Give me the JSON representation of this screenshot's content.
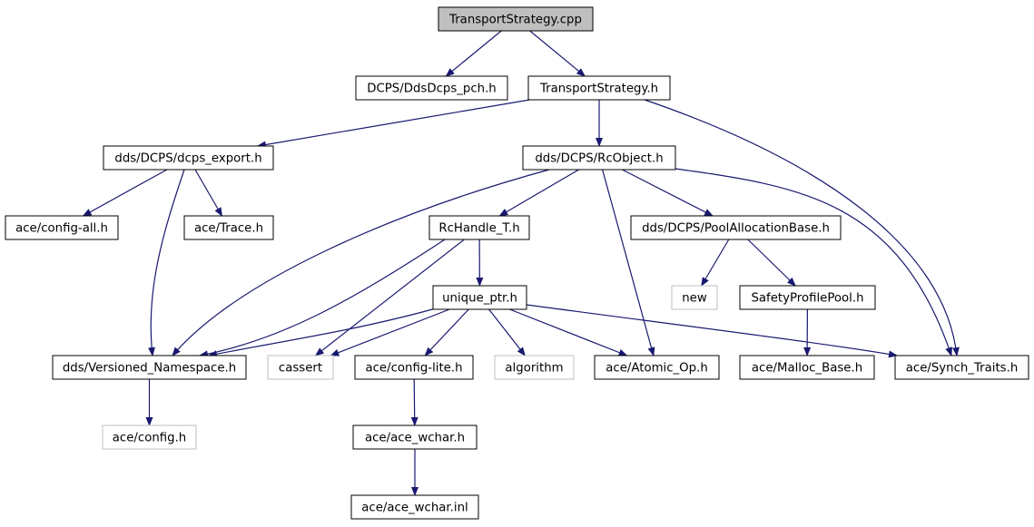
{
  "colors": {
    "edge": "#191970",
    "root_fill": "#bfbfbf",
    "node_border": "#000000",
    "external_border": "#bfbfbf",
    "external_text": "#404040",
    "background": "#ffffff"
  },
  "nodes": [
    {
      "id": "transportstrategy_cpp",
      "label": "TransportStrategy.cpp",
      "kind": "root"
    },
    {
      "id": "dcps_ddsdcps_pch_h",
      "label": "DCPS/DdsDcps_pch.h",
      "kind": "normal"
    },
    {
      "id": "transportstrategy_h",
      "label": "TransportStrategy.h",
      "kind": "normal"
    },
    {
      "id": "dds_dcps_dcps_export_h",
      "label": "dds/DCPS/dcps_export.h",
      "kind": "normal"
    },
    {
      "id": "dds_dcps_rcobject_h",
      "label": "dds/DCPS/RcObject.h",
      "kind": "normal"
    },
    {
      "id": "ace_config_all_h",
      "label": "ace/config-all.h",
      "kind": "normal"
    },
    {
      "id": "ace_trace_h",
      "label": "ace/Trace.h",
      "kind": "normal"
    },
    {
      "id": "rchandle_t_h",
      "label": "RcHandle_T.h",
      "kind": "normal"
    },
    {
      "id": "dds_dcps_poolallocationbase_h",
      "label": "dds/DCPS/PoolAllocationBase.h",
      "kind": "normal"
    },
    {
      "id": "unique_ptr_h",
      "label": "unique_ptr.h",
      "kind": "normal"
    },
    {
      "id": "new",
      "label": "new",
      "kind": "external"
    },
    {
      "id": "safetyprofilepool_h",
      "label": "SafetyProfilePool.h",
      "kind": "normal"
    },
    {
      "id": "dds_versioned_namespace_h",
      "label": "dds/Versioned_Namespace.h",
      "kind": "normal"
    },
    {
      "id": "cassert",
      "label": "cassert",
      "kind": "external"
    },
    {
      "id": "ace_config_lite_h",
      "label": "ace/config-lite.h",
      "kind": "normal"
    },
    {
      "id": "algorithm",
      "label": "algorithm",
      "kind": "external"
    },
    {
      "id": "ace_atomic_op_h",
      "label": "ace/Atomic_Op.h",
      "kind": "normal"
    },
    {
      "id": "ace_malloc_base_h",
      "label": "ace/Malloc_Base.h",
      "kind": "normal"
    },
    {
      "id": "ace_synch_traits_h",
      "label": "ace/Synch_Traits.h",
      "kind": "normal"
    },
    {
      "id": "ace_config_h",
      "label": "ace/config.h",
      "kind": "external"
    },
    {
      "id": "ace_ace_wchar_h",
      "label": "ace/ace_wchar.h",
      "kind": "normal"
    },
    {
      "id": "ace_ace_wchar_inl",
      "label": "ace/ace_wchar.inl",
      "kind": "normal"
    }
  ],
  "edges": [
    {
      "from": "transportstrategy_cpp",
      "to": "dcps_ddsdcps_pch_h"
    },
    {
      "from": "transportstrategy_cpp",
      "to": "transportstrategy_h"
    },
    {
      "from": "transportstrategy_h",
      "to": "dds_dcps_dcps_export_h"
    },
    {
      "from": "transportstrategy_h",
      "to": "dds_dcps_rcobject_h"
    },
    {
      "from": "transportstrategy_h",
      "to": "ace_synch_traits_h"
    },
    {
      "from": "dds_dcps_dcps_export_h",
      "to": "ace_config_all_h"
    },
    {
      "from": "dds_dcps_dcps_export_h",
      "to": "ace_trace_h"
    },
    {
      "from": "dds_dcps_dcps_export_h",
      "to": "dds_versioned_namespace_h"
    },
    {
      "from": "dds_dcps_rcobject_h",
      "to": "rchandle_t_h"
    },
    {
      "from": "dds_dcps_rcobject_h",
      "to": "dds_dcps_poolallocationbase_h"
    },
    {
      "from": "dds_dcps_rcobject_h",
      "to": "dds_versioned_namespace_h"
    },
    {
      "from": "dds_dcps_rcobject_h",
      "to": "ace_atomic_op_h"
    },
    {
      "from": "dds_dcps_rcobject_h",
      "to": "ace_synch_traits_h"
    },
    {
      "from": "rchandle_t_h",
      "to": "unique_ptr_h"
    },
    {
      "from": "rchandle_t_h",
      "to": "dds_versioned_namespace_h"
    },
    {
      "from": "rchandle_t_h",
      "to": "cassert"
    },
    {
      "from": "dds_dcps_poolallocationbase_h",
      "to": "new"
    },
    {
      "from": "dds_dcps_poolallocationbase_h",
      "to": "safetyprofilepool_h"
    },
    {
      "from": "safetyprofilepool_h",
      "to": "ace_malloc_base_h"
    },
    {
      "from": "unique_ptr_h",
      "to": "dds_versioned_namespace_h"
    },
    {
      "from": "unique_ptr_h",
      "to": "cassert"
    },
    {
      "from": "unique_ptr_h",
      "to": "ace_config_lite_h"
    },
    {
      "from": "unique_ptr_h",
      "to": "algorithm"
    },
    {
      "from": "unique_ptr_h",
      "to": "ace_atomic_op_h"
    },
    {
      "from": "unique_ptr_h",
      "to": "ace_synch_traits_h"
    },
    {
      "from": "dds_versioned_namespace_h",
      "to": "ace_config_h"
    },
    {
      "from": "ace_config_lite_h",
      "to": "ace_ace_wchar_h"
    },
    {
      "from": "ace_ace_wchar_h",
      "to": "ace_ace_wchar_inl"
    }
  ]
}
